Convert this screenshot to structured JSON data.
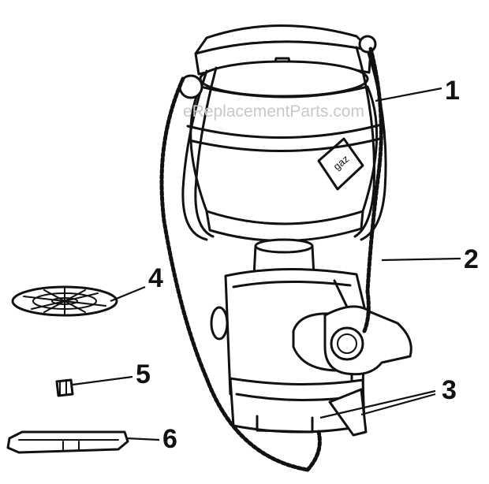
{
  "watermark": "eReplacementParts.com",
  "logo_text": "gaz",
  "callouts": [
    {
      "id": "1",
      "label": "1"
    },
    {
      "id": "2",
      "label": "2"
    },
    {
      "id": "3",
      "label": "3"
    },
    {
      "id": "4",
      "label": "4"
    },
    {
      "id": "5",
      "label": "5"
    },
    {
      "id": "6",
      "label": "6"
    }
  ],
  "colors": {
    "ink": "#111111",
    "paper": "#ffffff",
    "watermark": "#c8c8c8"
  }
}
